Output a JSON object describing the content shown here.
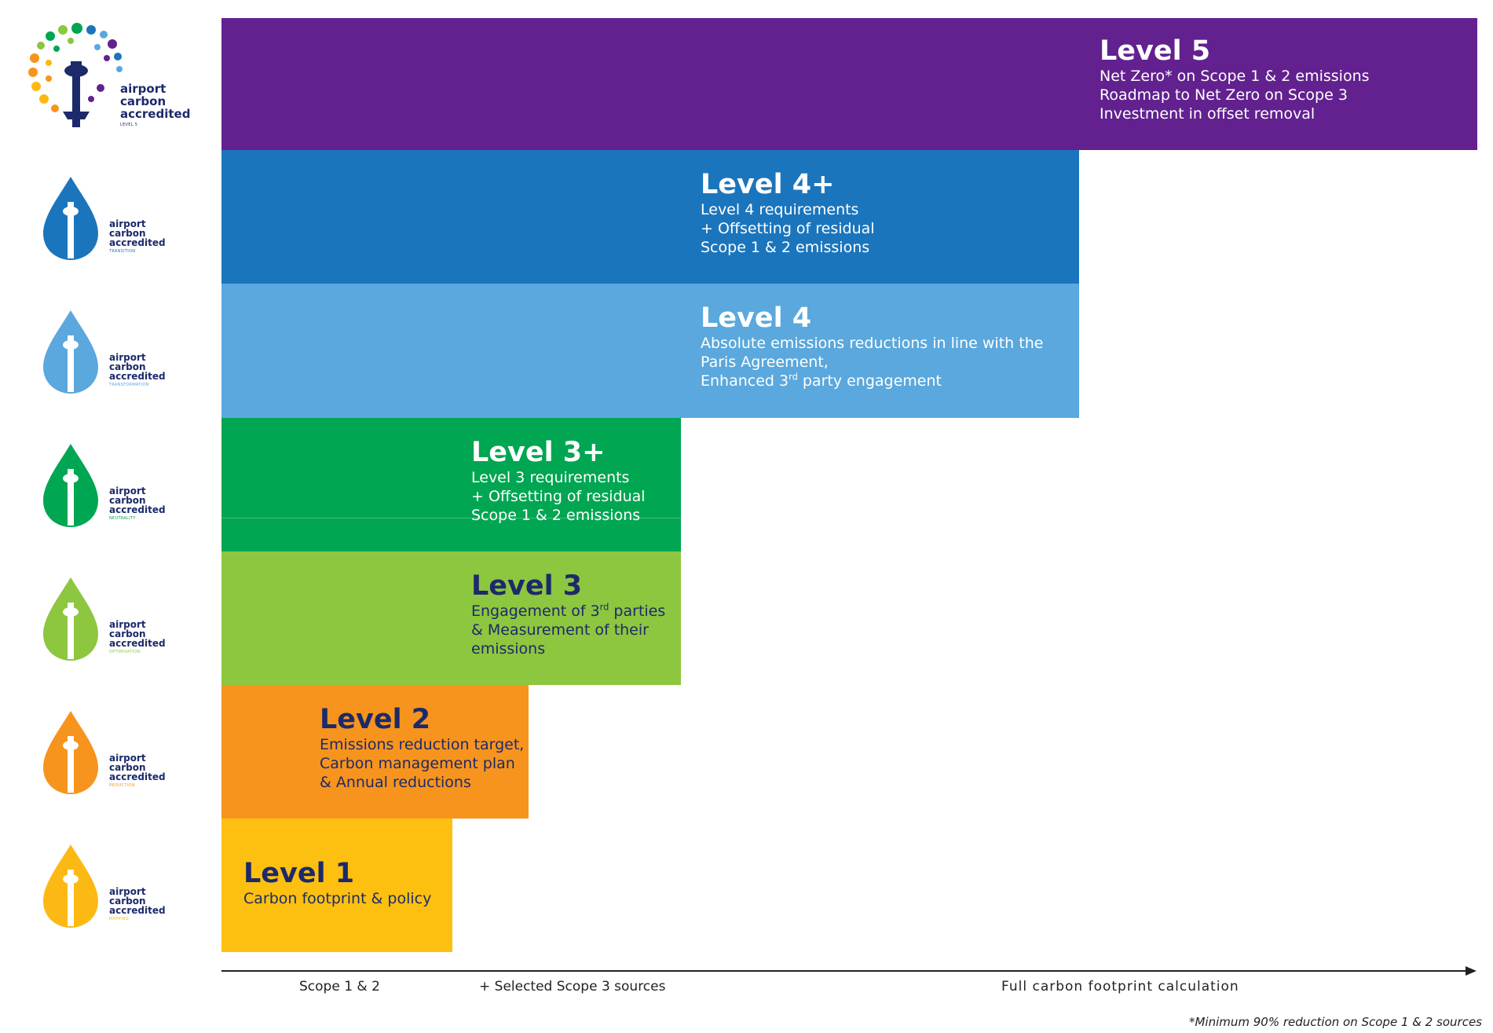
{
  "levels": {
    "l5": {
      "title": "Level 5",
      "lines": [
        "Net Zero* on Scope 1 & 2 emissions",
        "Roadmap to Net Zero on Scope 3",
        "Investment in offset removal"
      ]
    },
    "l4plus": {
      "title": "Level 4+",
      "lines": [
        "Level 4 requirements",
        "+ Offsetting of residual",
        "Scope 1 & 2 emissions"
      ]
    },
    "l4": {
      "title": "Level 4",
      "line1": "Absolute emissions reductions in line with the",
      "line2": "Paris Agreement,",
      "line3_pre": "Enhanced 3",
      "line3_sup": "rd",
      "line3_post": " party engagement"
    },
    "l3plus": {
      "title": "Level 3+",
      "lines": [
        "Level 3 requirements",
        "+ Offsetting of residual",
        "Scope 1 & 2 emissions"
      ]
    },
    "l3": {
      "title": "Level 3",
      "line1_pre": "Engagement of 3",
      "line1_sup": "rd",
      "line1_post": " parties",
      "line2": "& Measurement of their",
      "line3": "emissions"
    },
    "l2": {
      "title": "Level 2",
      "lines": [
        "Emissions reduction target,",
        "Carbon management plan",
        "& Annual reductions"
      ]
    },
    "l1": {
      "title": "Level 1",
      "lines": [
        "Carbon footprint & policy"
      ]
    }
  },
  "logos": [
    {
      "words": [
        "airport",
        "carbon",
        "accredited"
      ],
      "sub": "LEVEL 5",
      "color": "#1c2a6b"
    },
    {
      "words": [
        "airport",
        "carbon",
        "accredited"
      ],
      "sub": "TRANSITION",
      "color": "#1b75bc"
    },
    {
      "words": [
        "airport",
        "carbon",
        "accredited"
      ],
      "sub": "TRANSFORMATION",
      "color": "#5aa8dd"
    },
    {
      "words": [
        "airport",
        "carbon",
        "accredited"
      ],
      "sub": "NEUTRALITY",
      "color": "#00a651"
    },
    {
      "words": [
        "airport",
        "carbon",
        "accredited"
      ],
      "sub": "OPTIMISATION",
      "color": "#8dc63f"
    },
    {
      "words": [
        "airport",
        "carbon",
        "accredited"
      ],
      "sub": "REDUCTION",
      "color": "#f7941d"
    },
    {
      "words": [
        "airport",
        "carbon",
        "accredited"
      ],
      "sub": "MAPPING",
      "color": "#fdb913"
    }
  ],
  "axis": {
    "scope12": "Scope 1 & 2",
    "selected_scope3": "+ Selected Scope 3 sources",
    "full_footprint": "Full carbon footprint calculation"
  },
  "footnote": "*Minimum 90% reduction on Scope 1 & 2 sources",
  "colors": {
    "level5": "#62218f",
    "level4plus": "#1b75bc",
    "level4": "#5aa8dd",
    "level3plus": "#00a651",
    "level3": "#8dc63f",
    "level2": "#f7941d",
    "level1": "#fdc010",
    "dark_text": "#1c2a6b"
  }
}
